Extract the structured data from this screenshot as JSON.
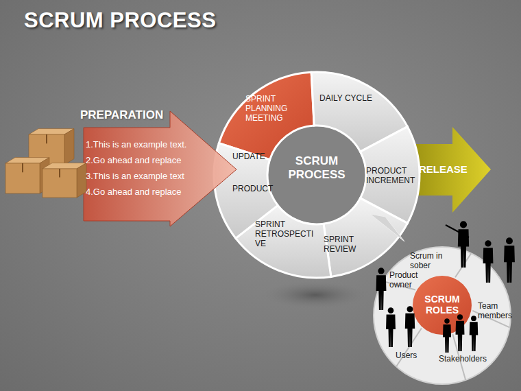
{
  "diagram": {
    "title": "SCRUM PROCESS",
    "nodes": [
      {
        "text": [
          "PREPARATION",
          "1.This is an example text.",
          "2.Go ahead and replace",
          "3.This is an example text",
          "4.Go ahead and replace"
        ]
      },
      {
        "text": [
          "SPRINT PLANNING MEETING"
        ]
      },
      {
        "text": [
          "DAILY CYCLE"
        ]
      },
      {
        "text": [
          "UPDATE",
          "PRODUCT"
        ]
      },
      {
        "text": [
          "SCRUM PROCESS"
        ]
      },
      {
        "text": [
          "PRODUCT INCREMENT"
        ]
      },
      {
        "text": [
          "RELEASE"
        ]
      },
      {
        "text": [
          "SPRINT RETROSPECTI VE"
        ]
      },
      {
        "text": [
          "SPRINT REVIEW"
        ]
      },
      {
        "text": [
          "Scrum in sober"
        ]
      },
      {
        "text": [
          "Product owner"
        ]
      },
      {
        "text": [
          "SCRUM ROLES"
        ]
      },
      {
        "text": [
          "Team members"
        ]
      },
      {
        "text": [
          "Users"
        ]
      },
      {
        "text": [
          "Stakeholders"
        ]
      }
    ]
  }
}
